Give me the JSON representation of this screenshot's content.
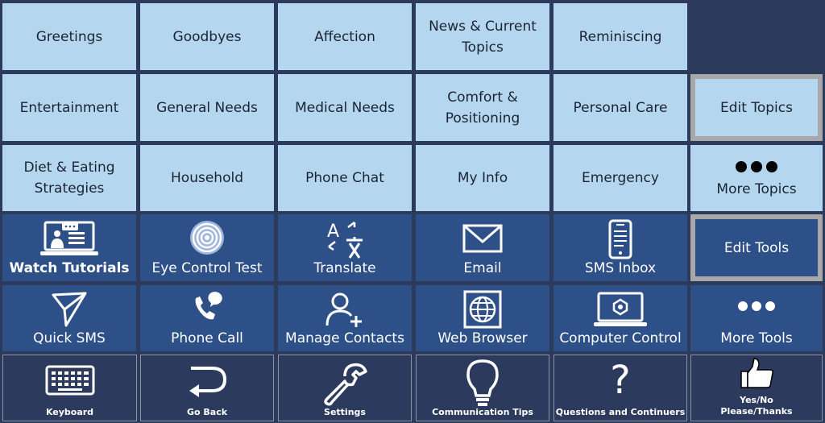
{
  "topics": {
    "greetings": "Greetings",
    "goodbyes": "Goodbyes",
    "affection": "Affection",
    "news_line1": "News & Current",
    "news_line2": "Topics",
    "reminiscing": "Reminiscing",
    "entertainment": "Entertainment",
    "general_needs": "General Needs",
    "medical_needs": "Medical Needs",
    "comfort_line1": "Comfort &",
    "comfort_line2": "Positioning",
    "personal_care": "Personal Care",
    "edit_topics": "Edit Topics",
    "diet_line1": "Diet & Eating",
    "diet_line2": "Strategies",
    "household": "Household",
    "phone_chat": "Phone Chat",
    "my_info": "My Info",
    "emergency": "Emergency",
    "more_topics": "More Topics"
  },
  "tools": {
    "watch_tutorials": "Watch Tutorials",
    "eye_control_test": "Eye Control Test",
    "translate": "Translate",
    "email": "Email",
    "sms_inbox": "SMS Inbox",
    "edit_tools": "Edit Tools",
    "quick_sms": "Quick SMS",
    "phone_call": "Phone Call",
    "manage_contacts": "Manage Contacts",
    "web_browser": "Web Browser",
    "computer_control": "Computer Control",
    "more_tools": "More Tools"
  },
  "bottom_bar": {
    "keyboard": "Keyboard",
    "go_back": "Go Back",
    "settings": "Settings",
    "communication_tips": "Communication Tips",
    "questions": "Questions and Continuers",
    "yes_no": "Yes/No",
    "please_thanks": "Please/Thanks"
  },
  "colors": {
    "background": "#2c3a5c",
    "topic_tile": "#b4d6ee",
    "tool_tile": "#2e5089",
    "bottom_tile": "#2b3a5d",
    "edit_border": "#a8a8a8"
  }
}
